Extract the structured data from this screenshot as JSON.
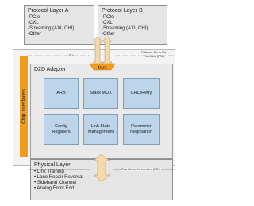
{
  "protocol_a": {
    "title": "Protocol Layer A",
    "items": [
      "-PCIe",
      "-CXL",
      "-Streaming (AXI, CHI)",
      "-Other"
    ]
  },
  "protocol_b": {
    "title": "Protocol Layer B",
    "items": [
      "-PCIe",
      "-CXL",
      "-Streaming (AXI, CHI)",
      "-Other"
    ]
  },
  "chip_interfaces": {
    "label": "Chip Interfaces"
  },
  "adapter": {
    "title": "D2D Adapter",
    "mux_label": "MUX",
    "cells": [
      {
        "label": "ARB"
      },
      {
        "label": "Stack MUX"
      },
      {
        "label": "CRC/Retry"
      },
      {
        "label": "Config Registers"
      },
      {
        "label": "Link State Management"
      },
      {
        "label": "Parameter Negotiation"
      }
    ]
  },
  "annotations": {
    "fdi_left": "FDI",
    "fdi_right_line1": "FlitAware Die to Die",
    "fdi_right_line2": "Interface (FDI)",
    "rdi_right": "Raw Die to Die Interface (RDI)"
  },
  "physical": {
    "title": "Physical Layer",
    "items": [
      "• Link Training",
      "• Lane Repair Reversal",
      "• Sideband Channel",
      "• Analog Front End"
    ]
  },
  "colors": {
    "accent_orange": "#f29c1f",
    "arrow_fill": "#f6d9a8",
    "cell_blue": "#bcd5ea"
  }
}
